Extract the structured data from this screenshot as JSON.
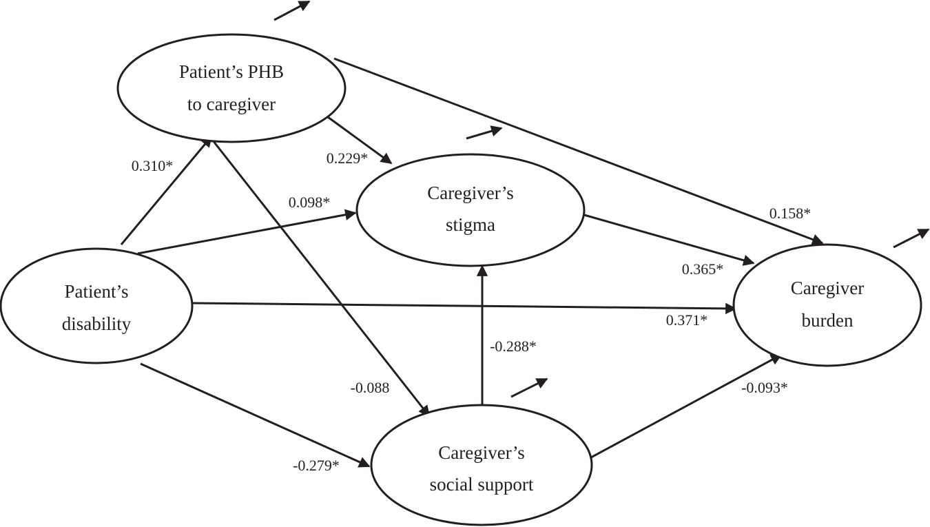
{
  "nodes": {
    "phb": {
      "lines": [
        "Patient’s PHB",
        "to caregiver"
      ]
    },
    "stigma": {
      "lines": [
        "Caregiver’s",
        "stigma"
      ]
    },
    "disability": {
      "lines": [
        "Patient’s",
        "disability"
      ]
    },
    "burden": {
      "lines": [
        "Caregiver",
        "burden"
      ]
    },
    "support": {
      "lines": [
        "Caregiver’s",
        "social support"
      ]
    }
  },
  "paths": {
    "disability_phb": "0.310*",
    "phb_stigma": "0.229*",
    "disability_stigma": "0.098*",
    "phb_burden": "0.158*",
    "stigma_burden": "0.365*",
    "disability_burden": "0.371*",
    "support_stigma": "-0.288*",
    "phb_support": "-0.088",
    "support_burden": "-0.093*",
    "disability_support": "-0.279*"
  },
  "colors": {
    "ink": "#231f20",
    "background": "#ffffff"
  }
}
